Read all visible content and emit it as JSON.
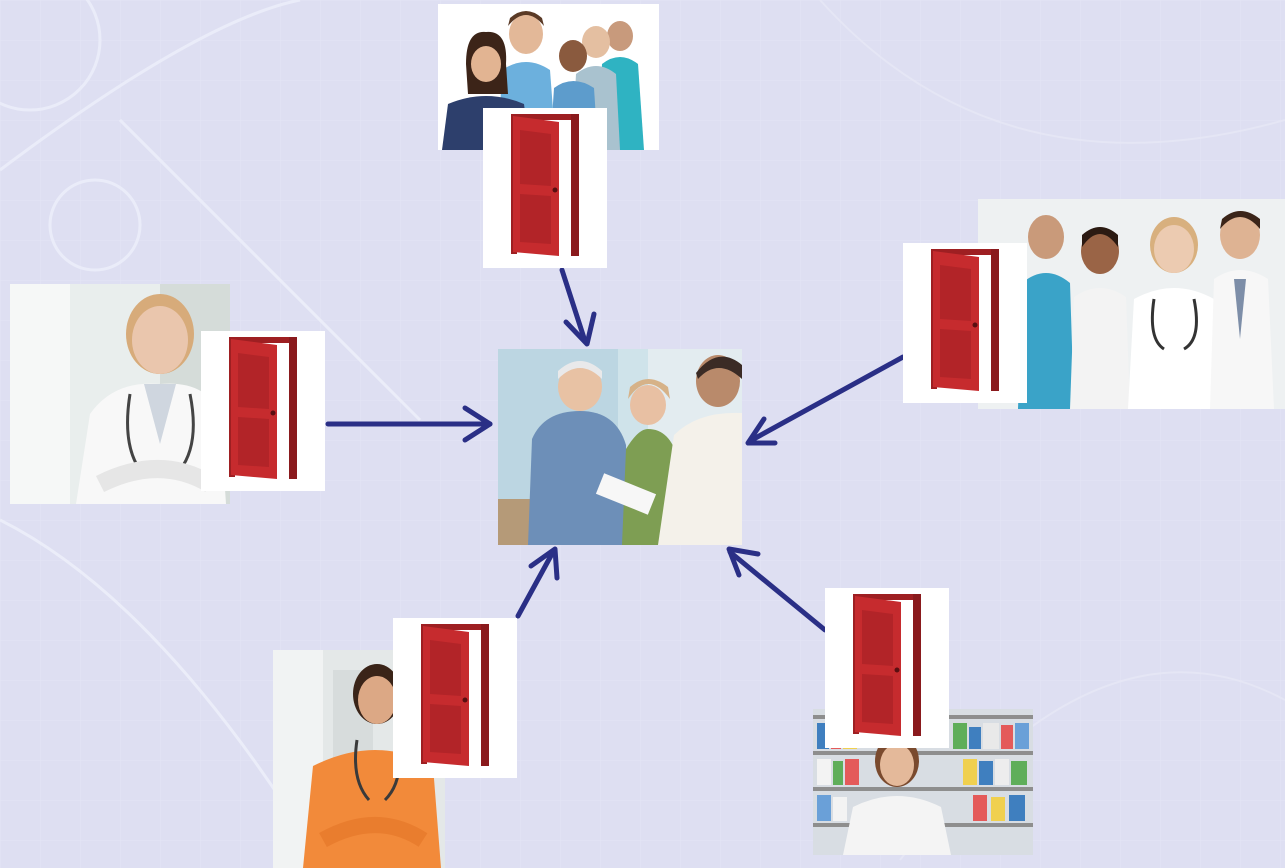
{
  "slide": {
    "background_color": "#dedff2",
    "arrow_color": "#2a2f86",
    "door_color": "#c62b2e"
  },
  "center": {
    "photo": "patient-consultation-photo"
  },
  "nodes": [
    {
      "id": "top",
      "photo": "medical-staff-group-photo"
    },
    {
      "id": "left",
      "photo": "female-doctor-photo"
    },
    {
      "id": "right",
      "photo": "doctors-team-photo"
    },
    {
      "id": "bottom-left",
      "photo": "nurse-photo"
    },
    {
      "id": "bottom-right",
      "photo": "pharmacist-photo"
    }
  ],
  "icons": {
    "door": "open-door-icon",
    "arrow": "arrow-icon"
  }
}
